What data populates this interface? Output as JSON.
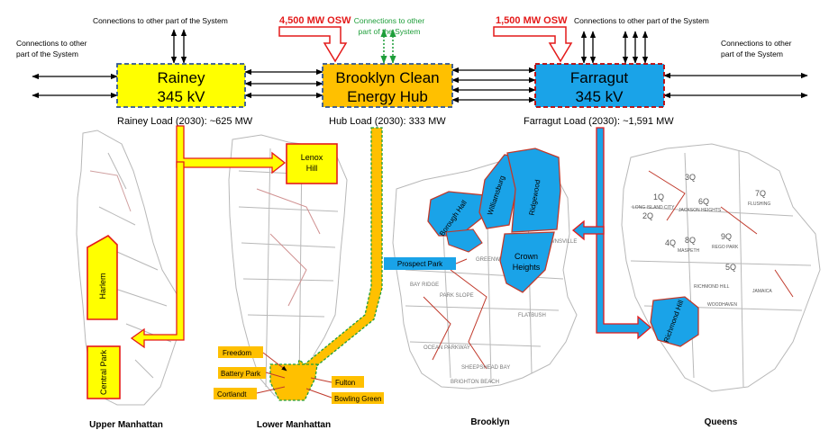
{
  "colors": {
    "rainey_fill": "#ffff00",
    "hub_fill": "#ffc000",
    "farragut_fill": "#1aa3e8",
    "box_border": "#2f5597",
    "osw_red": "#e41a1a",
    "green_conn": "#1e9e3a",
    "area_yellow": "#ffff00",
    "area_border_red": "#e41a1a",
    "label_orange": "#ffc000",
    "map_line": "#b0b0b0",
    "map_red": "#c0392b"
  },
  "stations": {
    "rainey": {
      "name": "Rainey",
      "voltage": "345 kV",
      "load": "Rainey Load (2030): ~625 MW"
    },
    "hub": {
      "name1": "Brooklyn Clean",
      "name2": "Energy Hub",
      "load": "Hub Load (2030): 333 MW"
    },
    "farragut": {
      "name": "Farragut",
      "voltage": "345 kV",
      "load": "Farragut Load (2030): ~1,591 MW"
    }
  },
  "connections": {
    "left_1": "Connections to other",
    "left_2": "part of the System",
    "top_rainey": "Connections to other part of the System",
    "top_green_1": "Connections to other",
    "top_green_2": "part of the System",
    "top_farragut": "Connections to other part of the System",
    "right_1": "Connections to other",
    "right_2": "part of the System"
  },
  "osw": {
    "hub": "4,500 MW OSW",
    "farragut": "1,500 MW OSW"
  },
  "areas": {
    "lenox_1": "Lenox",
    "lenox_2": "Hill",
    "harlem": "Harlem",
    "central_park": "Central Park",
    "freedom": "Freedom",
    "battery_park": "Battery Park",
    "cortlandt": "Cortlandt",
    "fulton": "Fulton",
    "bowling_green": "Bowling Green",
    "borough_hall": "Borough Hall",
    "williamsburg": "Williamsburg",
    "ridgewood": "Ridgewood",
    "crown_1": "Crown",
    "crown_2": "Heights",
    "prospect_park": "Prospect Park",
    "richmond_hill": "Richmond Hill"
  },
  "map_labels": {
    "upper": "Upper Manhattan",
    "lower": "Lower Manhattan",
    "brooklyn": "Brooklyn",
    "queens": "Queens"
  },
  "brooklyn_places": {
    "bay_ridge": "BAY RIDGE",
    "park_slope": "PARK SLOPE",
    "flatbush": "FLATBUSH",
    "ocean_park": "OCEAN PARKWAY",
    "sheepshead": "SHEEPSHEAD BAY",
    "brighton": "BRIGHTON BEACH",
    "brownsville": "BROWNSVILLE",
    "greenwood": "GREENWOOD"
  },
  "queens_places": {
    "q1": "1Q",
    "q2": "2Q",
    "q3": "3Q",
    "q4": "4Q",
    "q5": "5Q",
    "q6": "6Q",
    "q7": "7Q",
    "q8": "8Q",
    "q9": "9Q",
    "long_island_city": "LONG ISLAND CITY",
    "jackson_heights": "JACKSON HEIGHTS",
    "flushing": "FLUSHING",
    "rego_park": "REGO PARK",
    "maspeth": "MASPETH",
    "richmond_hill_map": "RICHMOND HILL",
    "jamaica": "JAMAICA",
    "woodhaven": "WOODHAVEN"
  }
}
